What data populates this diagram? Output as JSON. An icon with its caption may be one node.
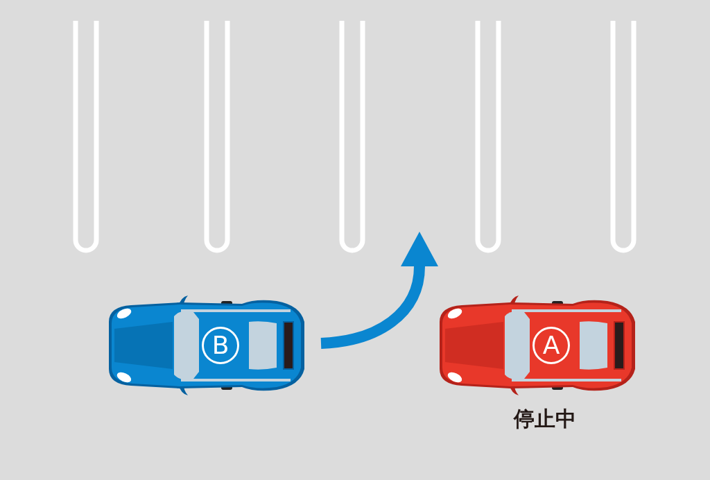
{
  "diagram": {
    "nodes": [
      {
        "text": [
          "B"
        ]
      },
      {
        "text": [
          "A"
        ],
        "beside": [
          "停止中"
        ]
      }
    ]
  }
}
